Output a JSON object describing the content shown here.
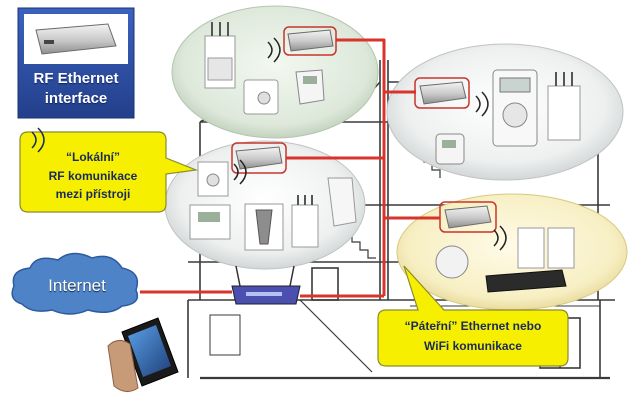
{
  "header": {
    "line1": "RF Ethernet",
    "line2": "interface"
  },
  "callout_local": {
    "line1": "“Lokální”",
    "line2": "RF komunikace",
    "line3": "mezi přístroji"
  },
  "callout_backbone": {
    "line1": "“Páteřní” Ethernet nebo",
    "line2": "WiFi komunikace"
  },
  "cloud": {
    "label": "Internet"
  },
  "colors": {
    "header_bg": "#2c4fa5",
    "callout_fill": "#f6f000",
    "backbone_cable": "#d8342c",
    "cloud_fill": "#4f83c8"
  }
}
